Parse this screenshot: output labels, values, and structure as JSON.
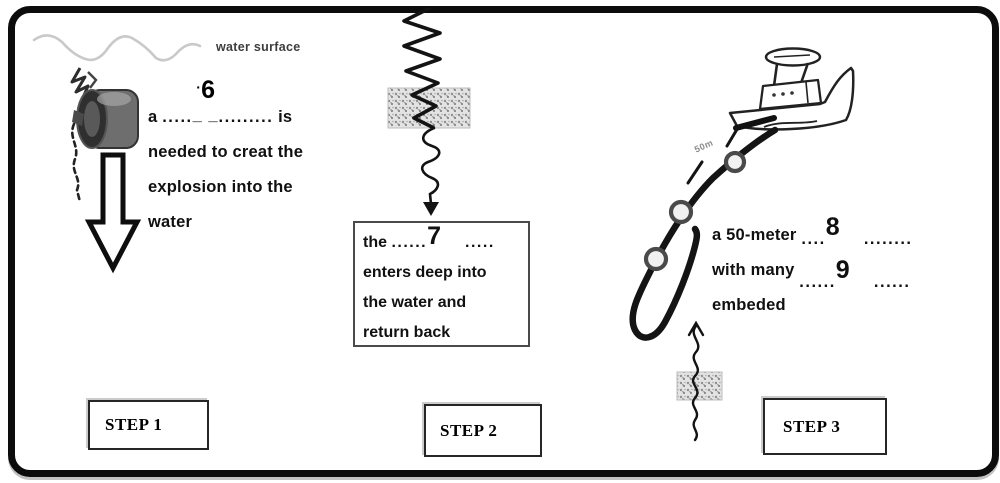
{
  "colors": {
    "ink": "#111111",
    "frame": "#0c0c0c",
    "water_wave": "#c9c9c9",
    "muted_label": "#3d3d3d",
    "stipple_gray": "#8f8f8f"
  },
  "labels": {
    "water_surface": "water surface",
    "depth_marker": "50m"
  },
  "step1": {
    "label": "STEP 1",
    "prefix": "a",
    "dots_left": ".....",
    "dash_mid": "_ _",
    "dots_right": ".........",
    "num_dot": "·",
    "num": "6",
    "suffix": "is",
    "line2": "needed to creat the",
    "line3": "explosion into the",
    "line4": "water"
  },
  "step2": {
    "label": "STEP 2",
    "prefix": "the",
    "dots_left": "......",
    "num": "7",
    "dots_right": ".....",
    "line2": "enters deep into",
    "line3": "the water and",
    "line4": "return back"
  },
  "step3": {
    "label": "STEP 3",
    "line1_prefix": "a 50-meter",
    "q8_dots_left": "....",
    "q8_num": "8",
    "q8_dots_right": "........",
    "line2_prefix": "with many",
    "q9_dots_left": "......",
    "q9_num": "9",
    "q9_dots_right": "......",
    "line3": "embeded"
  }
}
